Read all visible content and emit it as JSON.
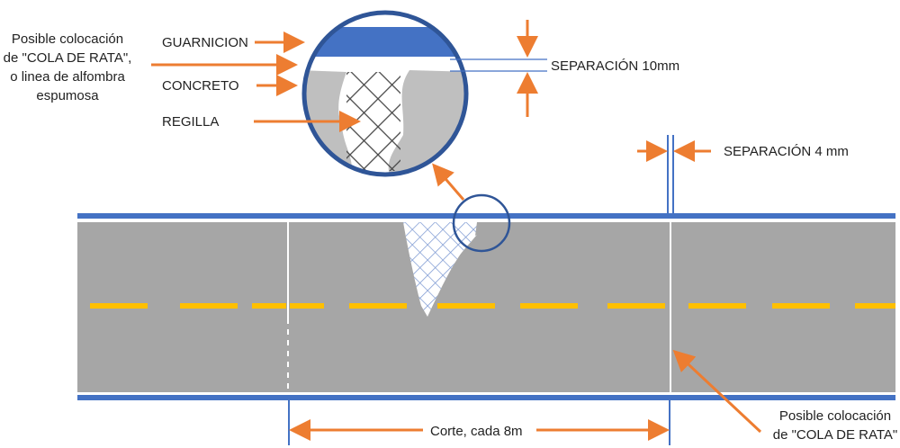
{
  "labels": {
    "guarnicion": "GUARNICION",
    "concreto": "CONCRETO",
    "regilla": "REGILLA",
    "separacion_10": "SEPARACIÓN 10mm",
    "separacion_4": "SEPARACIÓN 4 mm",
    "corte": "Corte, cada 8m"
  },
  "note_top": [
    "Posible colocación",
    "de \"COLA DE RATA\",",
    "o linea de alfombra",
    "espumosa"
  ],
  "note_bottom": [
    "Posible colocación",
    "de \"COLA DE RATA\""
  ],
  "colors": {
    "curb": "#4472C4",
    "road": "#A6A6A6",
    "lane": "#FFC000",
    "arrow": "#ED7D31",
    "circle": "#2F5597"
  }
}
